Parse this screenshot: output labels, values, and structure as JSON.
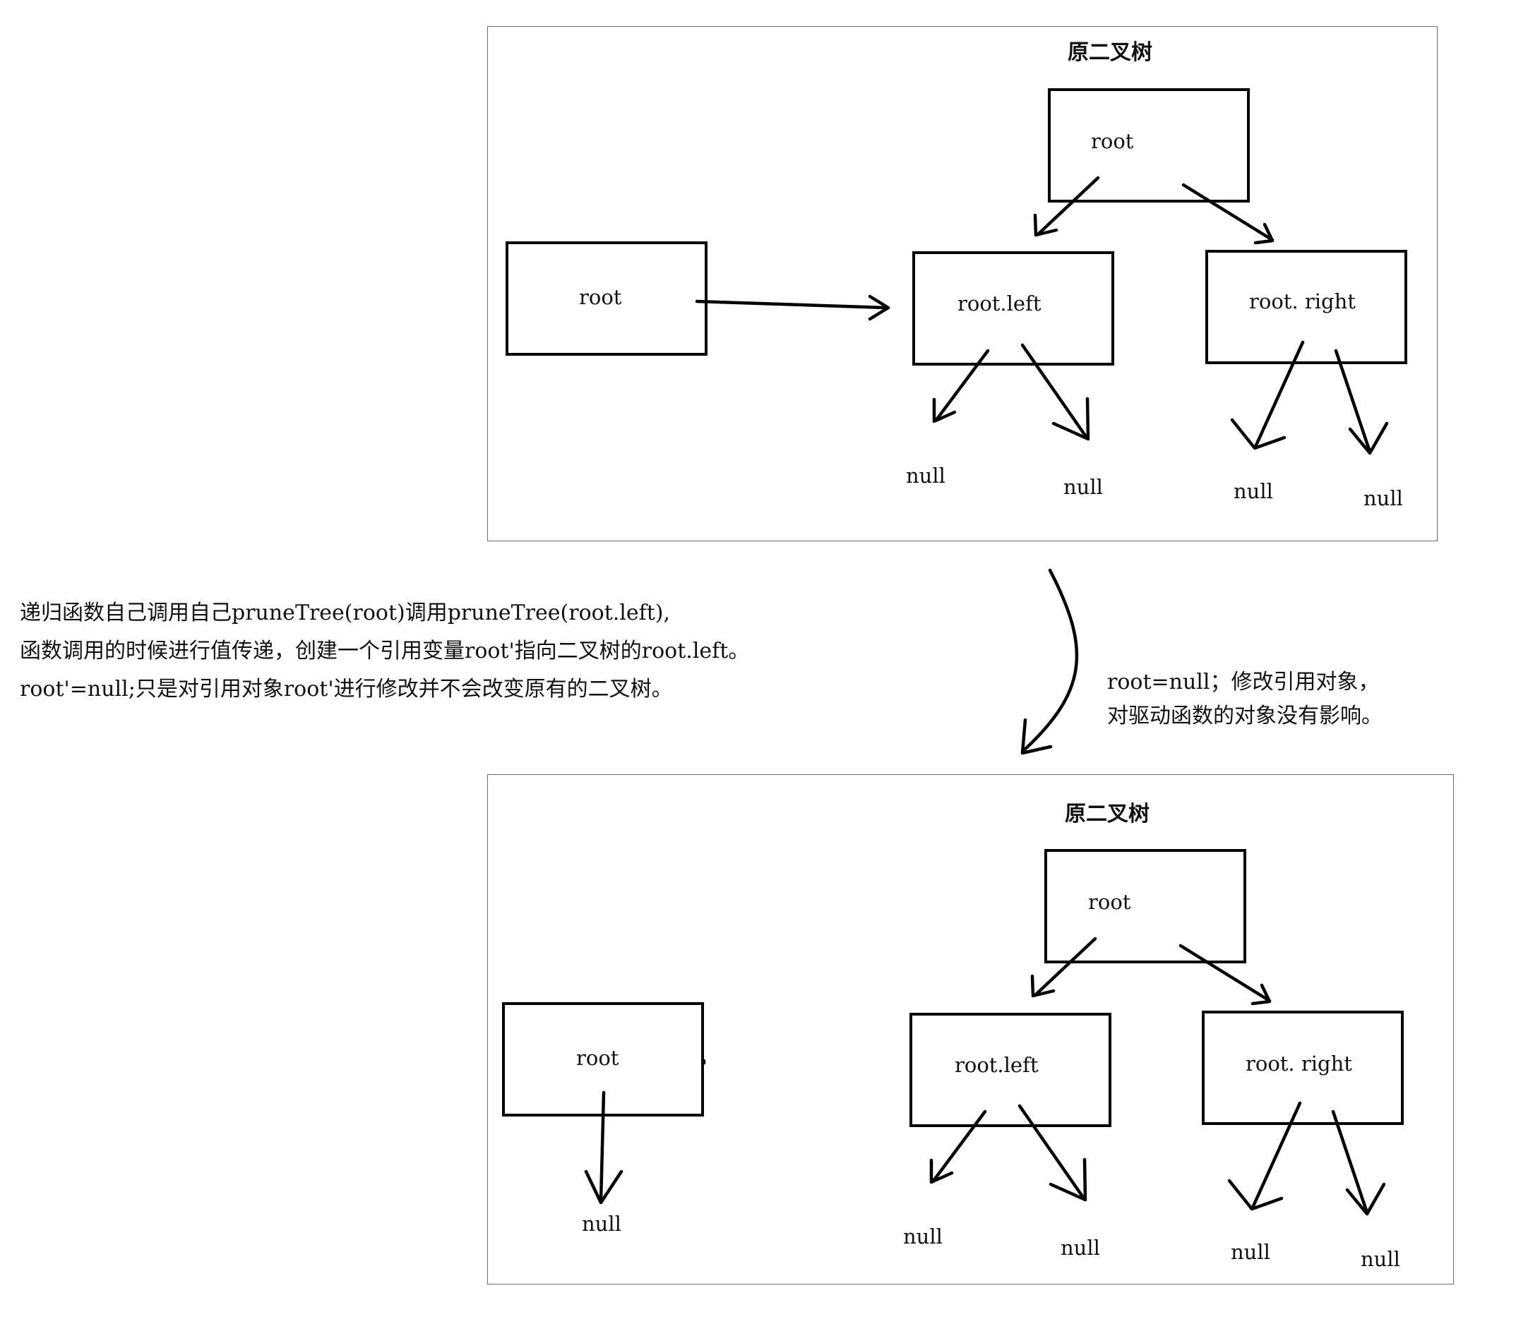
{
  "diagrams": [
    {
      "title": "原二叉树",
      "external_root": "root",
      "external_null": "",
      "tree": {
        "root": "root",
        "left": "root.left",
        "right": "root. right",
        "left_children": [
          "null",
          "null"
        ],
        "right_children": [
          "null",
          "null"
        ]
      }
    },
    {
      "title": "原二叉树",
      "external_root": "root",
      "external_null": "null",
      "tree": {
        "root": "root",
        "left": "root.left",
        "right": "root. right",
        "left_children": [
          "null",
          "null"
        ],
        "right_children": [
          "null",
          "null"
        ]
      }
    }
  ],
  "explanation": [
    "递归函数自己调用自己pruneTree(root)调用pruneTree(root.left),",
    "函数调用的时候进行值传递，创建一个引用变量root'指向二叉树的root.left。",
    "root'=null;只是对引用对象root'进行修改并不会改变原有的二叉树。"
  ],
  "transition_note": [
    "root=null；修改引用对象，",
    "对驱动函数的对象没有影响。"
  ]
}
